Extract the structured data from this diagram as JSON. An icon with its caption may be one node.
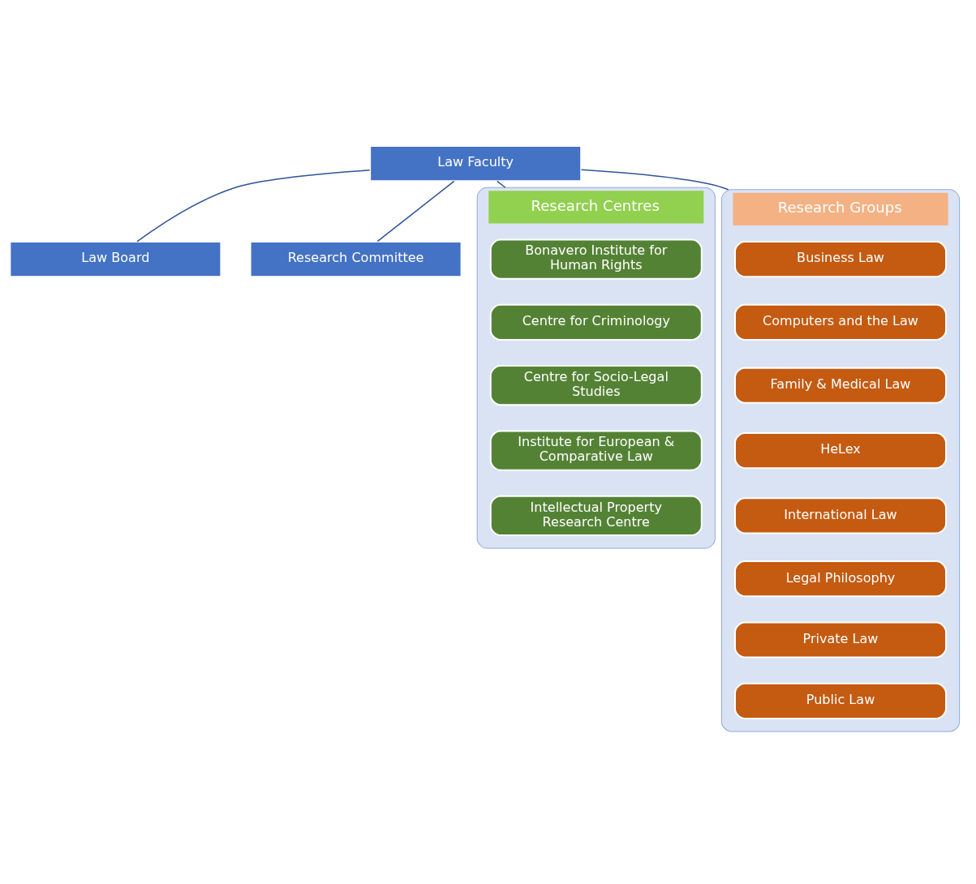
{
  "diagram": {
    "nodes": [
      {
        "text": [
          "Law Faculty"
        ]
      },
      {
        "text": [
          "Law Board"
        ]
      },
      {
        "text": [
          "Research Committee"
        ]
      },
      {
        "text": [
          "Research Centres"
        ]
      },
      {
        "text": [
          "Research Groups"
        ]
      },
      {
        "text": [
          "Bonavero Institute for Human Rights"
        ],
        "in": 3
      },
      {
        "text": [
          "Centre for Criminology"
        ],
        "in": 3
      },
      {
        "text": [
          "Centre for Socio-Legal Studies"
        ],
        "in": 3
      },
      {
        "text": [
          "Institute for European & Comparative Law"
        ],
        "in": 3
      },
      {
        "text": [
          "Intellectual Property Research Centre"
        ],
        "in": 3
      },
      {
        "text": [
          "Business Law"
        ],
        "in": 4
      },
      {
        "text": [
          "Computers and the Law"
        ],
        "in": 4
      },
      {
        "text": [
          "Family & Medical Law"
        ],
        "in": 4
      },
      {
        "text": [
          "HeLex"
        ],
        "in": 4
      },
      {
        "text": [
          "International Law"
        ],
        "in": 4
      },
      {
        "text": [
          "Legal Philosophy"
        ],
        "in": 4
      },
      {
        "text": [
          "Private Law"
        ],
        "in": 4
      },
      {
        "text": [
          "Public Law"
        ],
        "in": 4
      }
    ],
    "edges": [
      {
        "from": 0,
        "to": 1,
        "arrow": "none"
      },
      {
        "from": 0,
        "to": 2,
        "arrow": "none"
      },
      {
        "from": 0,
        "to": 3,
        "arrow": "none"
      },
      {
        "from": 0,
        "to": 4,
        "arrow": "none"
      }
    ]
  }
}
